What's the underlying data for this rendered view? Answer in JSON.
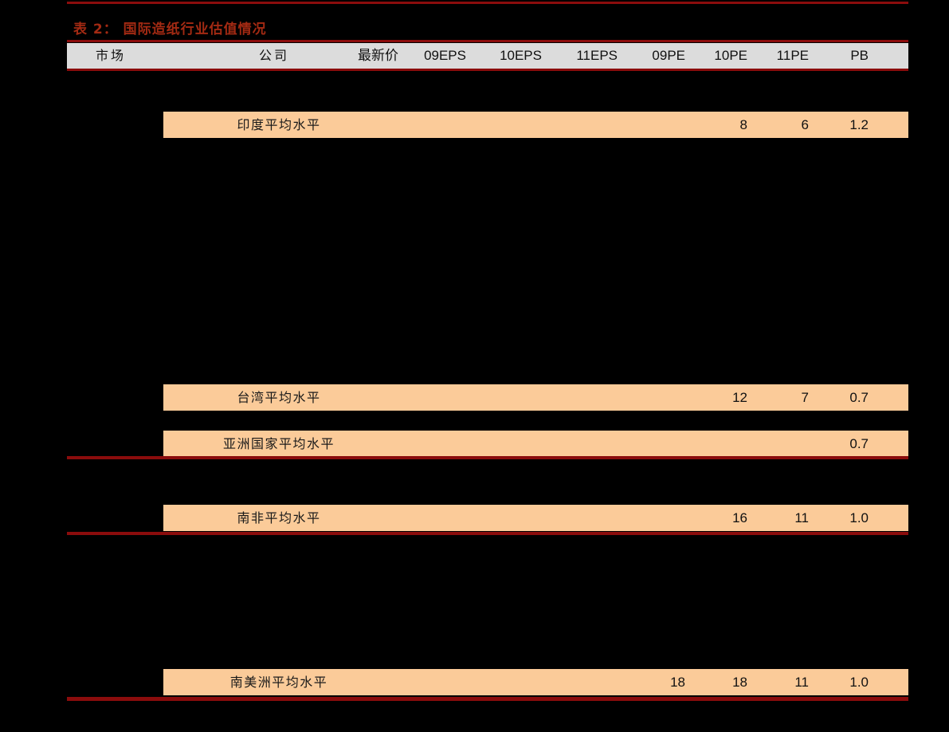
{
  "title": "表 2： 国际造纸行业估值情况",
  "theme": {
    "background": "#000000",
    "rule_color": "#8B0C0C",
    "title_color": "#A32A13",
    "header_bg": "#DCDCDC",
    "row_highlight": "#FBCB99",
    "text_color": "#111111"
  },
  "columns": [
    {
      "key": "market",
      "label": "市场",
      "type": "text"
    },
    {
      "key": "company",
      "label": "公司",
      "type": "text"
    },
    {
      "key": "price",
      "label": "最新价",
      "type": "num"
    },
    {
      "key": "eps09",
      "label": "09EPS",
      "type": "num"
    },
    {
      "key": "eps10",
      "label": "10EPS",
      "type": "num"
    },
    {
      "key": "eps11",
      "label": "11EPS",
      "type": "num"
    },
    {
      "key": "pe09",
      "label": "09PE",
      "type": "num"
    },
    {
      "key": "pe10",
      "label": "10PE",
      "type": "num"
    },
    {
      "key": "pe11",
      "label": "11PE",
      "type": "num"
    },
    {
      "key": "pb",
      "label": "PB",
      "type": "num"
    }
  ],
  "rows": [
    {
      "label": "印度平均水平",
      "price": "",
      "eps09": "",
      "eps10": "",
      "eps11": "",
      "pe09": "",
      "pe10": "8",
      "pe11": "6",
      "pb": "1.2"
    },
    {
      "label": "台湾平均水平",
      "price": "",
      "eps09": "",
      "eps10": "",
      "eps11": "",
      "pe09": "",
      "pe10": "12",
      "pe11": "7",
      "pb": "0.7"
    },
    {
      "label": "亚洲国家平均水平",
      "price": "",
      "eps09": "",
      "eps10": "",
      "eps11": "",
      "pe09": "",
      "pe10": "",
      "pe11": "",
      "pb": "0.7"
    },
    {
      "label": "南非平均水平",
      "price": "",
      "eps09": "",
      "eps10": "",
      "eps11": "",
      "pe09": "",
      "pe10": "16",
      "pe11": "11",
      "pb": "1.0"
    },
    {
      "label": "南美洲平均水平",
      "price": "",
      "eps09": "",
      "eps10": "",
      "eps11": "",
      "pe09": "18",
      "pe10": "18",
      "pe11": "11",
      "pb": "1.0"
    }
  ],
  "layout": {
    "header_cell_x": {
      "market": 120,
      "company": 325,
      "price": 500,
      "eps09": 585,
      "eps10": 680,
      "eps11": 775,
      "pe09": 860,
      "pe10": 938,
      "pe11": 1015,
      "pb": 1090
    },
    "row_y": [
      140,
      482,
      540,
      633,
      839
    ],
    "separator_y": [
      572,
      667
    ]
  }
}
